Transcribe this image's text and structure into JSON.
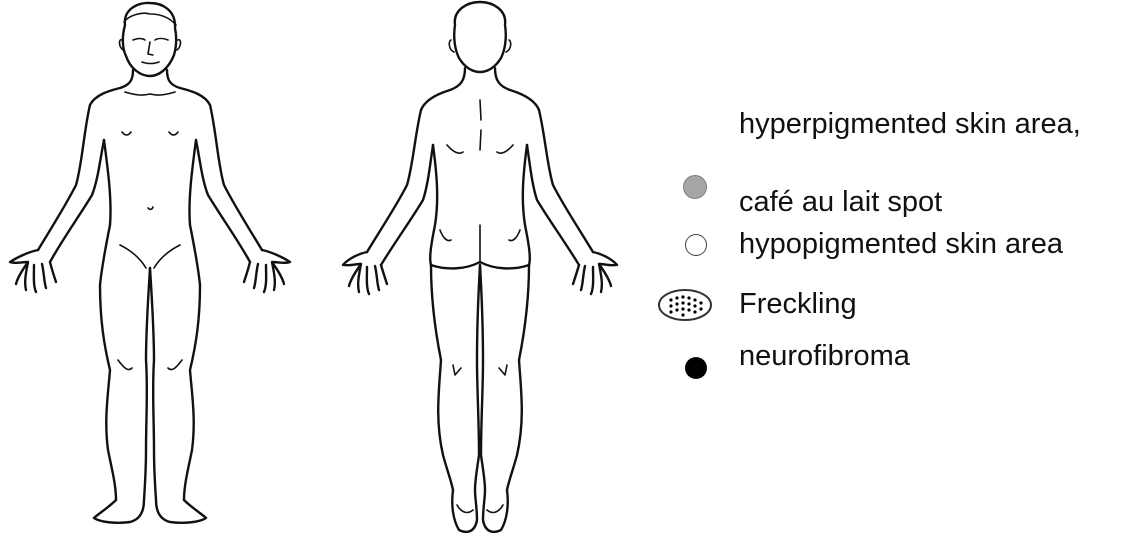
{
  "figures": {
    "front": "front-body-outline",
    "back": "back-body-outline"
  },
  "legend": {
    "items": [
      {
        "lines": [
          "hyperpigmented skin area,",
          "café au lait spot"
        ],
        "symbol": "grey-circle-icon",
        "color": "#a6a6a6"
      },
      {
        "lines": [
          "hypopigmented skin area"
        ],
        "symbol": "white-circle-icon",
        "color": "#ffffff"
      },
      {
        "lines": [
          "Freckling"
        ],
        "symbol": "dotted-ellipse-icon",
        "color": "#000000"
      },
      {
        "lines": [
          "neurofibroma"
        ],
        "symbol": "black-dot-icon",
        "color": "#000000"
      }
    ]
  }
}
